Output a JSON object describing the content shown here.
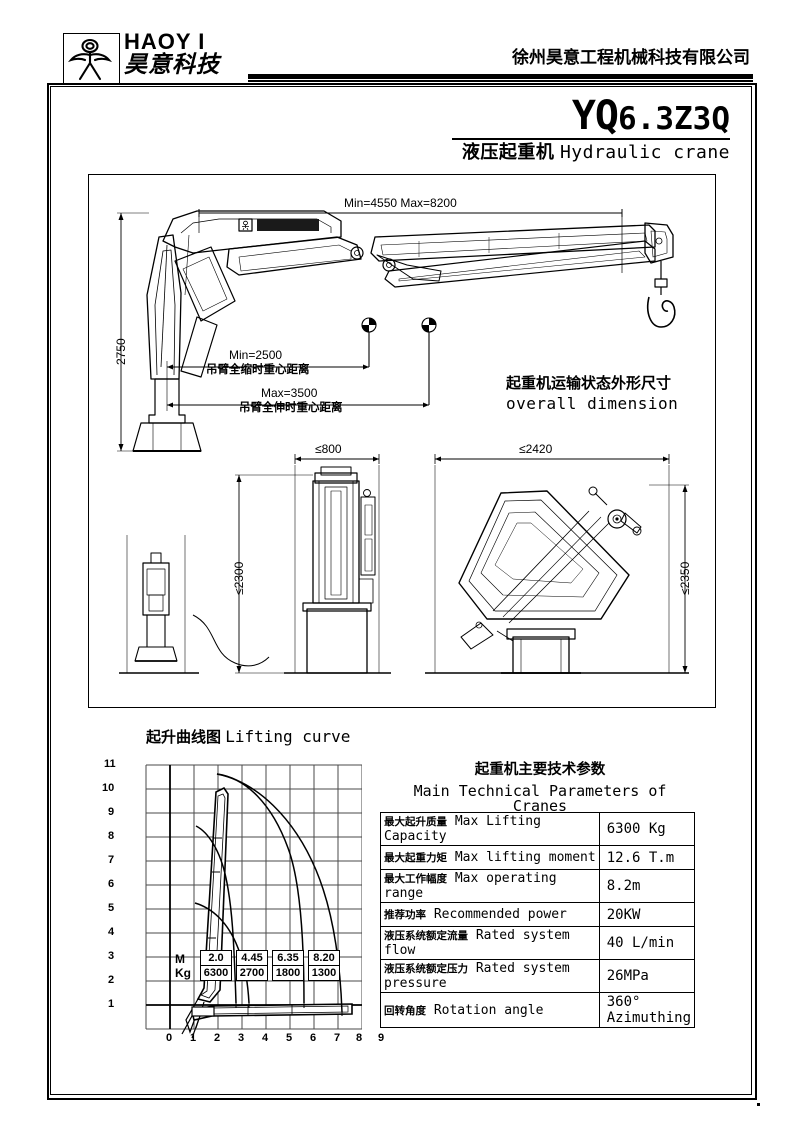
{
  "header": {
    "brand_en": "HAOY I",
    "brand_cn": "昊意科技",
    "company": "徐州昊意工程机械科技有限公司",
    "logo_icon": "person-logo-icon"
  },
  "title_block": {
    "model_prefix": "YQ",
    "model_suffix": "6.3Z3Q",
    "subtitle_cn": "液压起重机",
    "subtitle_en": "Hydraulic crane"
  },
  "drawing": {
    "top_dimension": "Min=4550  Max=8200",
    "height_dimension": "2750",
    "cog_min_value": "Min=2500",
    "cog_min_label": "吊臂全缩时重心距离",
    "cog_max_value": "Max=3500",
    "cog_max_label": "吊臂全伸时重心距离",
    "overall_cn": "起重机运输状态外形尺寸",
    "overall_en": "overall dimension",
    "front_width": "≤800",
    "front_height": "≤2300",
    "side_width": "≤2420",
    "side_height": "≤2350"
  },
  "lifting_curve": {
    "title_cn": "起升曲线图",
    "title_en": "Lifting curve",
    "row_label_m": "M",
    "row_label_kg": "Kg"
  },
  "chart_data": {
    "type": "line",
    "title": "起升曲线图 Lifting curve",
    "xlabel": "",
    "ylabel": "",
    "xlim": [
      0,
      9
    ],
    "ylim": [
      0,
      11
    ],
    "xticks": [
      "0",
      "1",
      "2",
      "3",
      "4",
      "5",
      "6",
      "7",
      "8",
      "9"
    ],
    "yticks": [
      "1",
      "2",
      "3",
      "4",
      "5",
      "6",
      "7",
      "8",
      "9",
      "10",
      "11"
    ],
    "grid": true,
    "legend": "none",
    "load_table": {
      "headers": [
        "M",
        "Kg"
      ],
      "radius_m": [
        "2.0",
        "4.45",
        "6.35",
        "8.20"
      ],
      "capacity_kg": [
        "6300",
        "2700",
        "1800",
        "1300"
      ]
    },
    "series": [
      {
        "name": "boom section 1 (R=2.0m, 6300kg)",
        "x": [
          1.1,
          1.5,
          1.9,
          2.2,
          2.45,
          2.6,
          2.7
        ],
        "y": [
          8.45,
          8.0,
          7.2,
          6.1,
          4.9,
          3.7,
          2.75
        ]
      },
      {
        "name": "boom section 2 (R=4.45m, 2700kg)",
        "x": [
          1.05,
          1.6,
          2.2,
          2.8,
          3.3,
          3.7,
          3.95,
          4.1
        ],
        "y": [
          5.25,
          5.0,
          4.6,
          4.05,
          3.5,
          3.05,
          2.8,
          2.7
        ]
      },
      {
        "name": "boom section 3 (R=6.35m, 1800kg)",
        "x": [
          1.95,
          2.8,
          3.8,
          4.6,
          5.2,
          5.6,
          5.85,
          5.95
        ],
        "y": [
          10.65,
          10.35,
          9.6,
          8.5,
          7.2,
          5.6,
          4.0,
          2.75
        ]
      },
      {
        "name": "boom section 4 (R=8.20m, 1300kg)",
        "x": [
          1.95,
          3.2,
          4.5,
          5.6,
          6.5,
          7.2,
          7.7,
          7.95
        ],
        "y": [
          10.65,
          10.2,
          9.3,
          8.1,
          6.7,
          5.1,
          3.6,
          2.4
        ]
      }
    ]
  },
  "spec_table": {
    "title_cn": "起重机主要技术参数",
    "title_en": "Main Technical Parameters of Cranes",
    "rows": [
      {
        "cn": "最大起升质量",
        "en": "Max Lifting Capacity",
        "value": "6300 Kg"
      },
      {
        "cn": "最大起重力矩",
        "en": "Max lifting moment",
        "value": "12.6 T.m"
      },
      {
        "cn": "最大工作幅度",
        "en": "Max operating range",
        "value": "8.2m"
      },
      {
        "cn": "推荐功率",
        "en": "Recommended power",
        "value": "20KW"
      },
      {
        "cn": "液压系统额定流量",
        "en": "Rated system flow",
        "value": "40 L/min"
      },
      {
        "cn": "液压系统额定压力",
        "en": "Rated system pressure",
        "value": "26MPa"
      },
      {
        "cn": "回转角度",
        "en": "Rotation angle",
        "value": "360° Azimuthing"
      }
    ]
  }
}
